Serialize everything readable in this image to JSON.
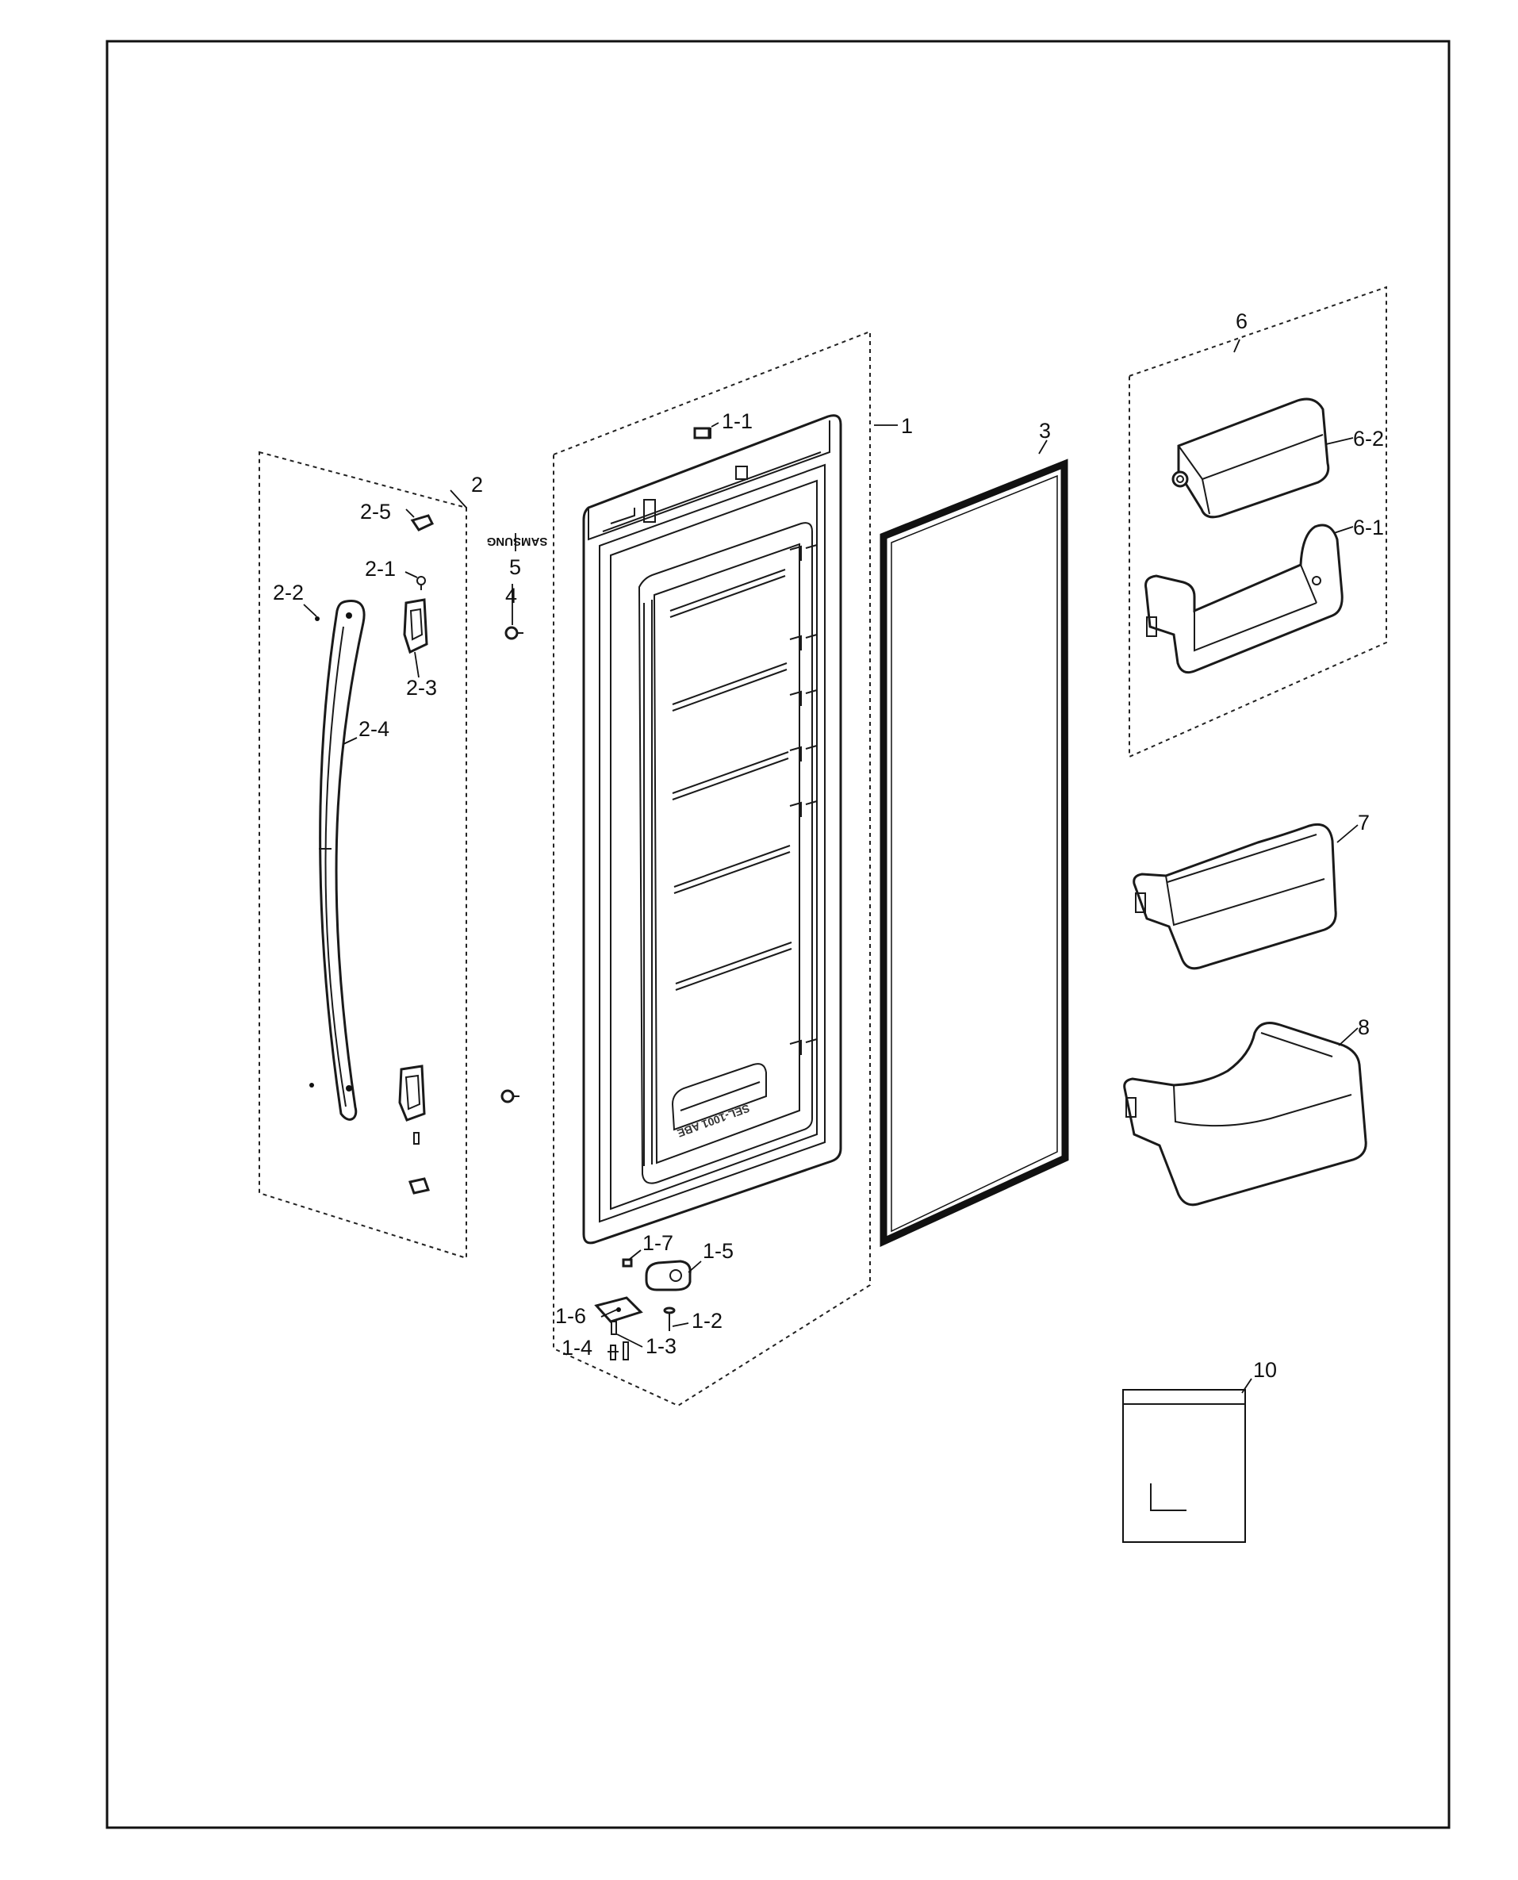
{
  "diagram": {
    "callouts": {
      "p1": "1",
      "p1_1": "1-1",
      "p1_2": "1-2",
      "p1_3": "1-3",
      "p1_4": "1-4",
      "p1_5": "1-5",
      "p1_6": "1-6",
      "p1_7": "1-7",
      "p2": "2",
      "p2_1": "2-1",
      "p2_2": "2-2",
      "p2_3": "2-3",
      "p2_4": "2-4",
      "p2_5": "2-5",
      "p3": "3",
      "p4": "4",
      "p5": "5",
      "p6": "6",
      "p6_1": "6-1",
      "p6_2": "6-2",
      "p7": "7",
      "p8": "8",
      "p10": "10"
    },
    "logo_text": "SAMSUNG",
    "etched_text": "SEL-1001 ABE"
  }
}
